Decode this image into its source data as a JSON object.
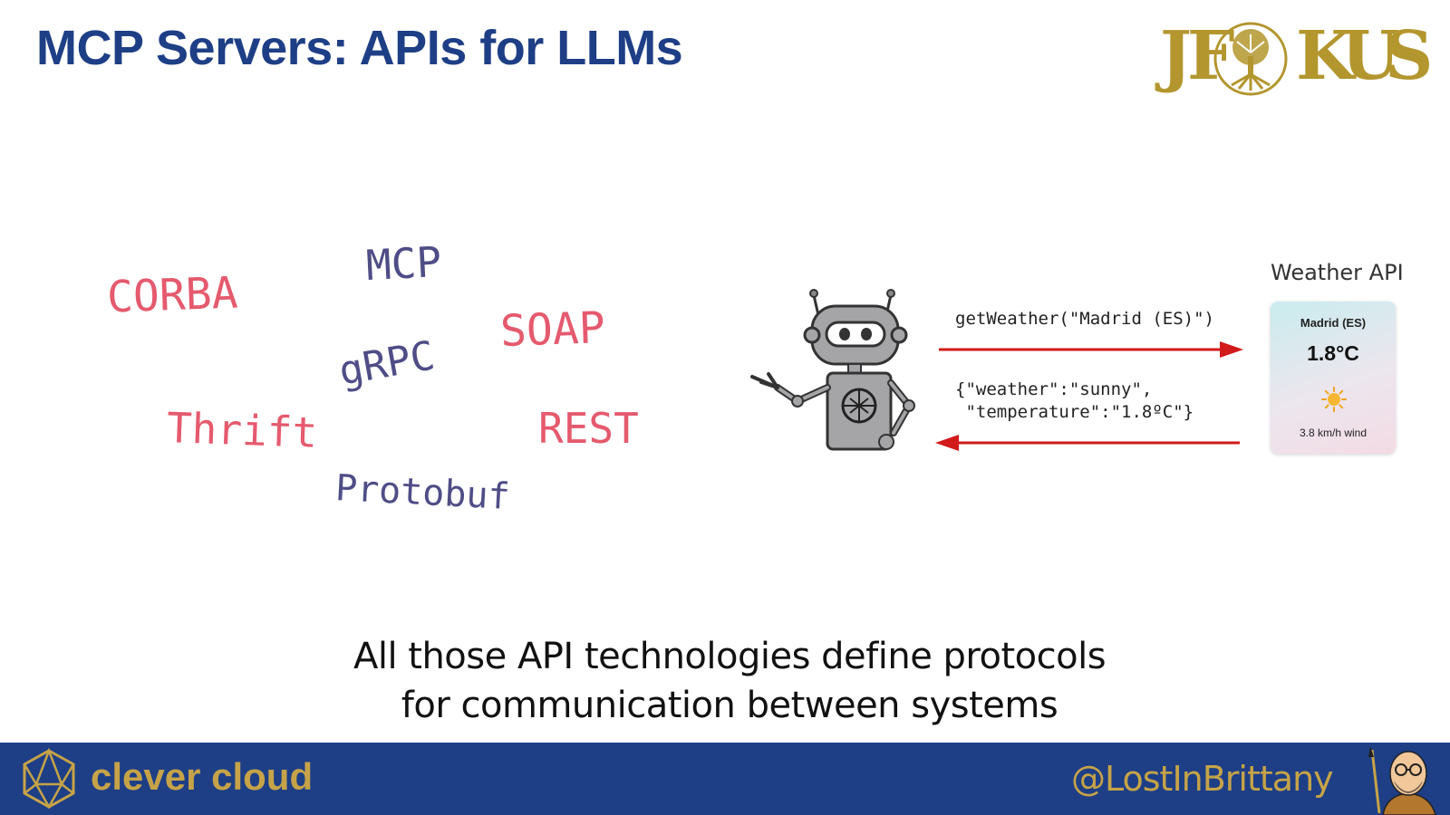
{
  "slide": {
    "title": "MCP Servers: APIs for LLMs",
    "caption_line1": "All those API technologies define protocols",
    "caption_line2": "for communication between systems"
  },
  "conference_logo": {
    "letters": [
      "J",
      "F",
      "K",
      "U",
      "S"
    ],
    "color": "#b3962e"
  },
  "api_technologies": [
    {
      "label": "CORBA",
      "color": "#e55a6e"
    },
    {
      "label": "MCP",
      "color": "#4f4d86"
    },
    {
      "label": "SOAP",
      "color": "#e55a6e"
    },
    {
      "label": "gRPC",
      "color": "#4f4d86"
    },
    {
      "label": "Thrift",
      "color": "#e55a6e"
    },
    {
      "label": "REST",
      "color": "#e55a6e"
    },
    {
      "label": "Protobuf",
      "color": "#4f4d86"
    }
  ],
  "diagram": {
    "request_call": "getWeather(\"Madrid (ES)\")",
    "response_line1": "{\"weather\":\"sunny\",",
    "response_line2": " \"temperature\":\"1.8ºC\"}",
    "arrow_color": "#d11a1a",
    "robot_icon": "robot-icon"
  },
  "weather_api": {
    "title": "Weather API",
    "city": "Madrid (ES)",
    "temperature": "1.8°C",
    "icon": "sun-icon",
    "wind": "3.8 km/h wind"
  },
  "footer": {
    "brand": "clever cloud",
    "handle": "@LostInBrittany",
    "background": "#1e3f86",
    "accent": "#c6a348"
  }
}
